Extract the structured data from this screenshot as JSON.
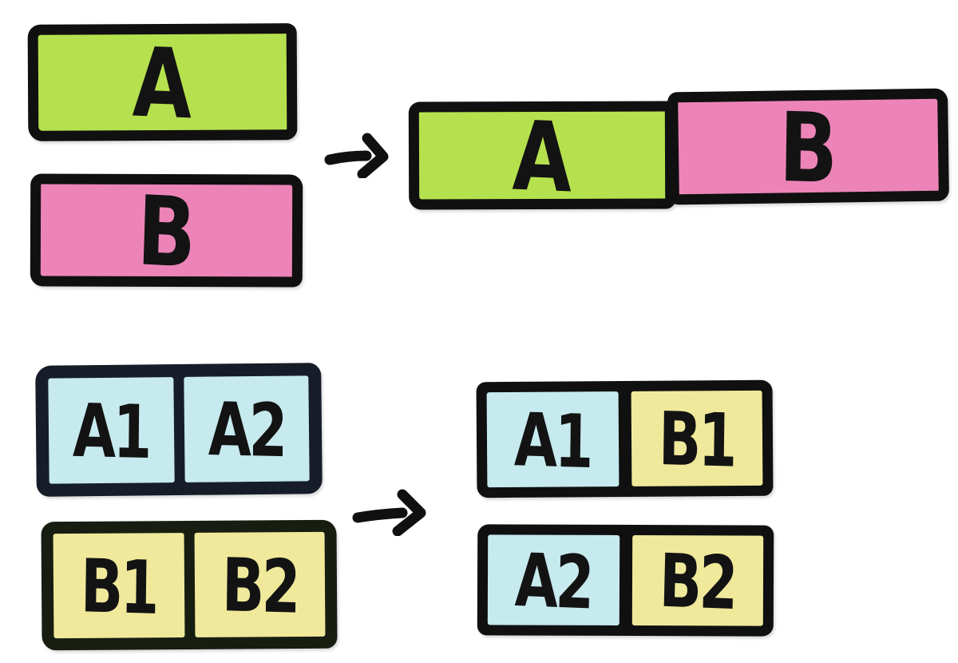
{
  "colors": {
    "background": "#ffffff",
    "ink": "#101010",
    "green": "#b6e14e",
    "pink": "#ec84b8",
    "cyan": "#c6eaee",
    "yellow": "#f0e99b",
    "cyan_frame": "#161d29",
    "yellow_frame": "#181d12"
  },
  "concat": {
    "input_a": {
      "label": "A",
      "fill": "#b6e14e"
    },
    "input_b": {
      "label": "B",
      "fill": "#ec84b8"
    },
    "arrow": "→",
    "result": {
      "cells": [
        {
          "label": "A",
          "fill": "#b6e14e"
        },
        {
          "label": "B",
          "fill": "#ec84b8"
        }
      ]
    }
  },
  "zip": {
    "input_a": {
      "fill": "#c6eaee",
      "cells": [
        {
          "label": "A1"
        },
        {
          "label": "A2"
        }
      ]
    },
    "input_b": {
      "fill": "#f0e99b",
      "cells": [
        {
          "label": "B1"
        },
        {
          "label": "B2"
        }
      ]
    },
    "arrow": "→",
    "results": [
      {
        "cells": [
          {
            "label": "A1",
            "fill": "#c6eaee"
          },
          {
            "label": "B1",
            "fill": "#f0e99b"
          }
        ]
      },
      {
        "cells": [
          {
            "label": "A2",
            "fill": "#c6eaee"
          },
          {
            "label": "B2",
            "fill": "#f0e99b"
          }
        ]
      }
    ]
  }
}
